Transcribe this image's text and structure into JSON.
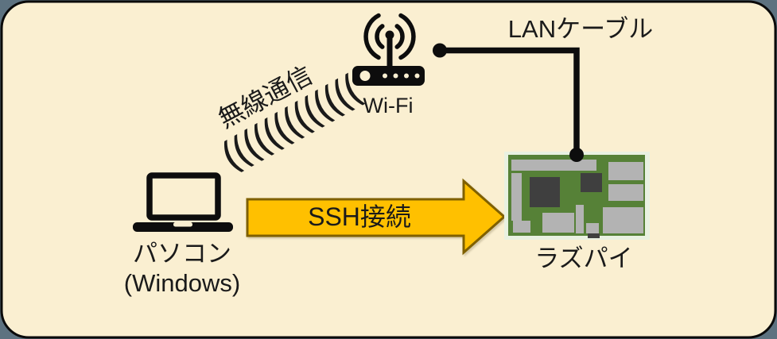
{
  "colors": {
    "outer_background": "#5D7280",
    "slide_background": "#FAEFD1",
    "frame_border": "#0A0A0A",
    "icon_black": "#0D0D0D",
    "arrow_fill": "#FFC000",
    "arrow_border": "#7F6000",
    "board_backing": "#E9F1E1",
    "board_green": "#568137",
    "component_gray": "#B3B3B3",
    "chip_dark": "#3F3F3F",
    "dot_white": "#FAEFD1"
  },
  "labels": {
    "wireless": "無線通信",
    "wifi": "Wi-Fi",
    "lan_cable": "LANケーブル",
    "ssh": "SSH接続",
    "pc_line1": "パソコン",
    "pc_line2": "(Windows)",
    "raspi": "ラズパイ"
  },
  "wireless_waves_glyphs": "((((((((((((("
}
